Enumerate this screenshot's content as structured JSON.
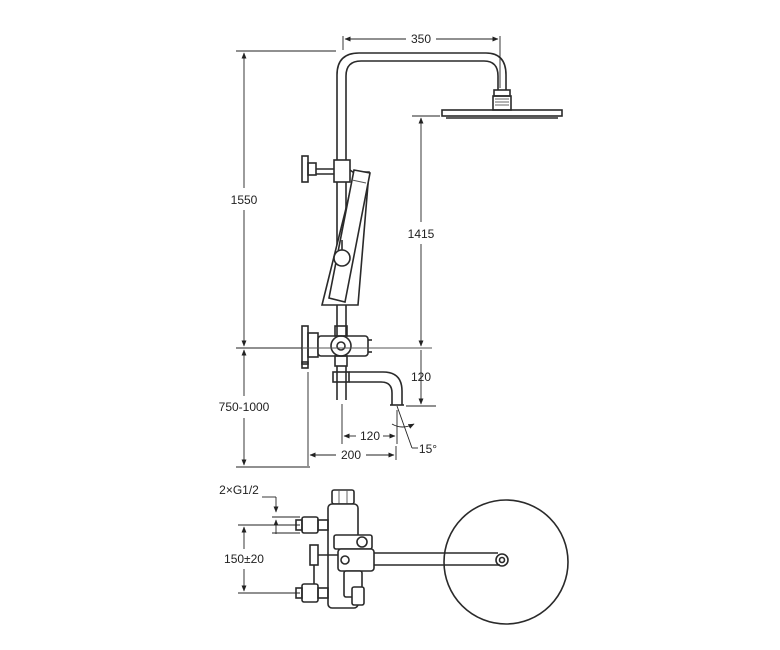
{
  "dimensions": {
    "width_350": "350",
    "height_1550": "1550",
    "height_1415": "1415",
    "spout_120_v": "120",
    "spout_120_h": "120",
    "angle": "15°",
    "depth_200": "200",
    "range_750_1000": "750-1000",
    "inlet_thread": "2×G1/2",
    "inlet_spacing": "150±20"
  }
}
